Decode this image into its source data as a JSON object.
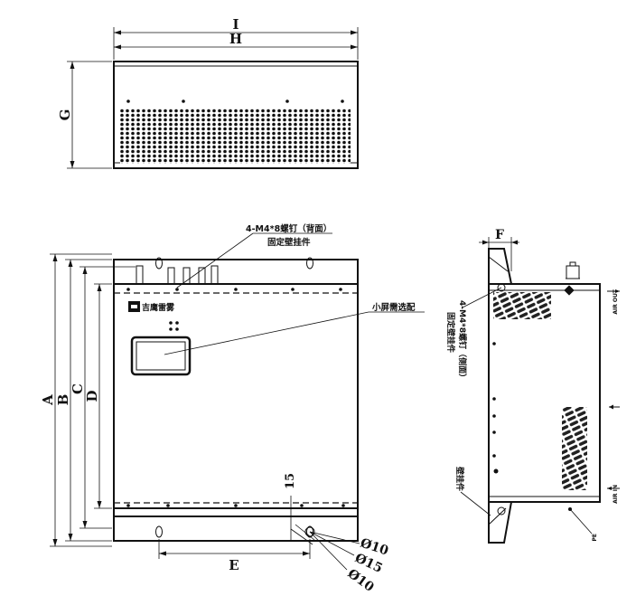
{
  "dimensions": {
    "I": "I",
    "H": "H",
    "G": "G",
    "A": "A",
    "B": "B",
    "C": "C",
    "D": "D",
    "E": "E",
    "F": "F",
    "fifteen": "15",
    "dia10_a": "Ø10",
    "dia15": "Ø15",
    "dia10_b": "Ø10"
  },
  "annotations": {
    "screws_back": "4-M4*8螺钉（背面）",
    "wall_bracket": "固定壁挂件",
    "small_screen": "小屏需选配",
    "screws_side": "4-M4*8螺钉（侧面）",
    "wall_bracket_side": "固定壁挂件",
    "wall_hanger": "壁挂件",
    "logo_text": "吉鹰雷雾",
    "air_out": "AIR OUT",
    "air_in": "AIR IN",
    "pe_mark": "PE"
  }
}
